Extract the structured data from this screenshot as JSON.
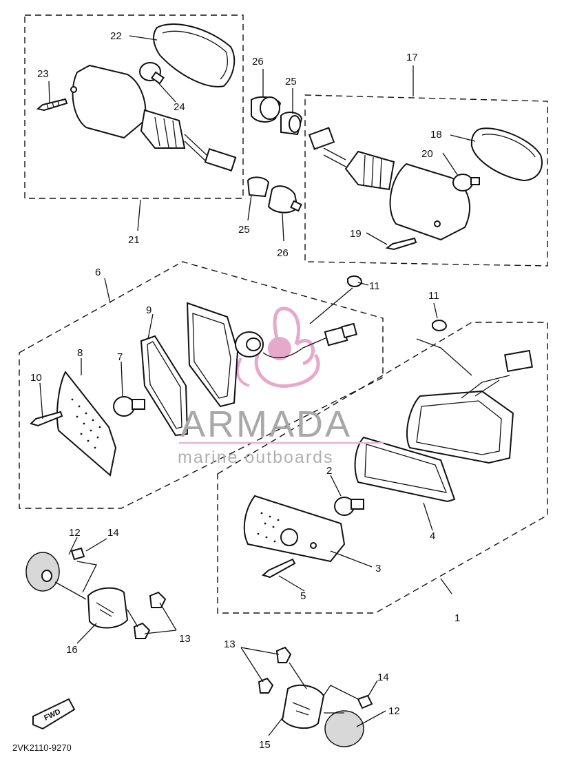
{
  "diagram": {
    "callouts": {
      "c1": "1",
      "c2": "2",
      "c3": "3",
      "c4": "4",
      "c5": "5",
      "c6": "6",
      "c7": "7",
      "c8": "8",
      "c9": "9",
      "c10": "10",
      "c11a": "11",
      "c11b": "11",
      "c12a": "12",
      "c12b": "12",
      "c13a": "13",
      "c13b": "13",
      "c14a": "14",
      "c14b": "14",
      "c15": "15",
      "c16": "16",
      "c17": "17",
      "c18": "18",
      "c19": "19",
      "c20": "20",
      "c21": "21",
      "c22": "22",
      "c23": "23",
      "c24": "24",
      "c25a": "25",
      "c25b": "25",
      "c26a": "26",
      "c26b": "26"
    },
    "fwd_label": "FWD",
    "diagram_code": "2VK2110-9270"
  },
  "watermark": {
    "brand": "ARMADA",
    "tagline": "marine outboards",
    "colors": {
      "logo_pink": "#e6a9cc",
      "line_pink": "#e8b4d0",
      "text_gray": "#a8a8a8"
    }
  },
  "colors": {
    "ink": "#111111",
    "paper": "#ffffff"
  }
}
